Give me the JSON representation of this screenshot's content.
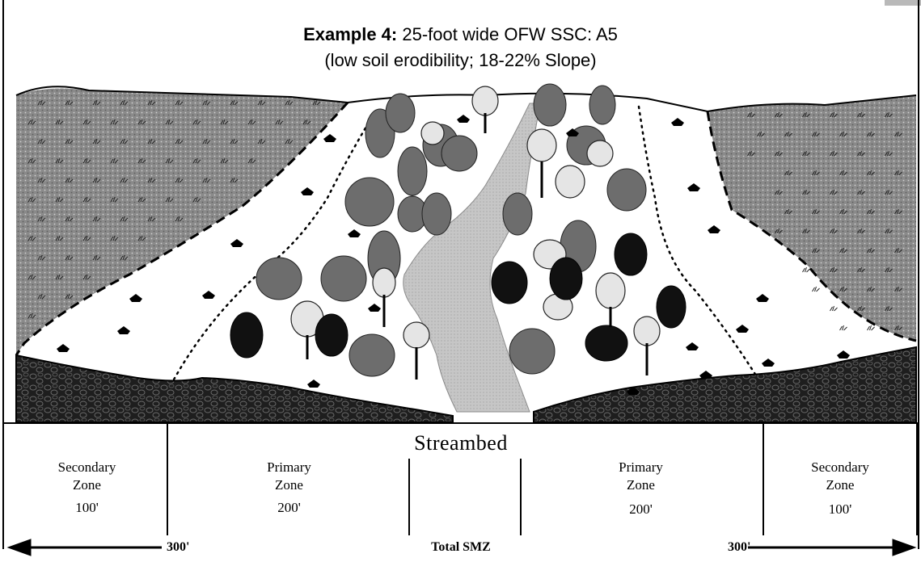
{
  "title": {
    "bold": "Example 4:",
    "rest": "25-foot wide OFW SSC: A5",
    "subtitle": "(low soil erodibility; 18-22% Slope)"
  },
  "zones": {
    "streambed": "Streambed",
    "left_secondary": {
      "line1": "Secondary",
      "line2": "Zone",
      "width": "100'"
    },
    "left_primary": {
      "line1": "Primary",
      "line2": "Zone",
      "width": "200'"
    },
    "right_primary": {
      "line1": "Primary",
      "line2": "Zone",
      "width": "200'"
    },
    "right_secondary": {
      "line1": "Secondary",
      "line2": "Zone",
      "width": "100'"
    }
  },
  "dimension": {
    "left": "300'",
    "center": "Total SMZ",
    "right": "300'"
  },
  "colors": {
    "slope_fill": "#8f8f8f",
    "stream_fill": "#c4c4c4",
    "bed_fill": "#2a2a2a",
    "frame": "#000000"
  }
}
